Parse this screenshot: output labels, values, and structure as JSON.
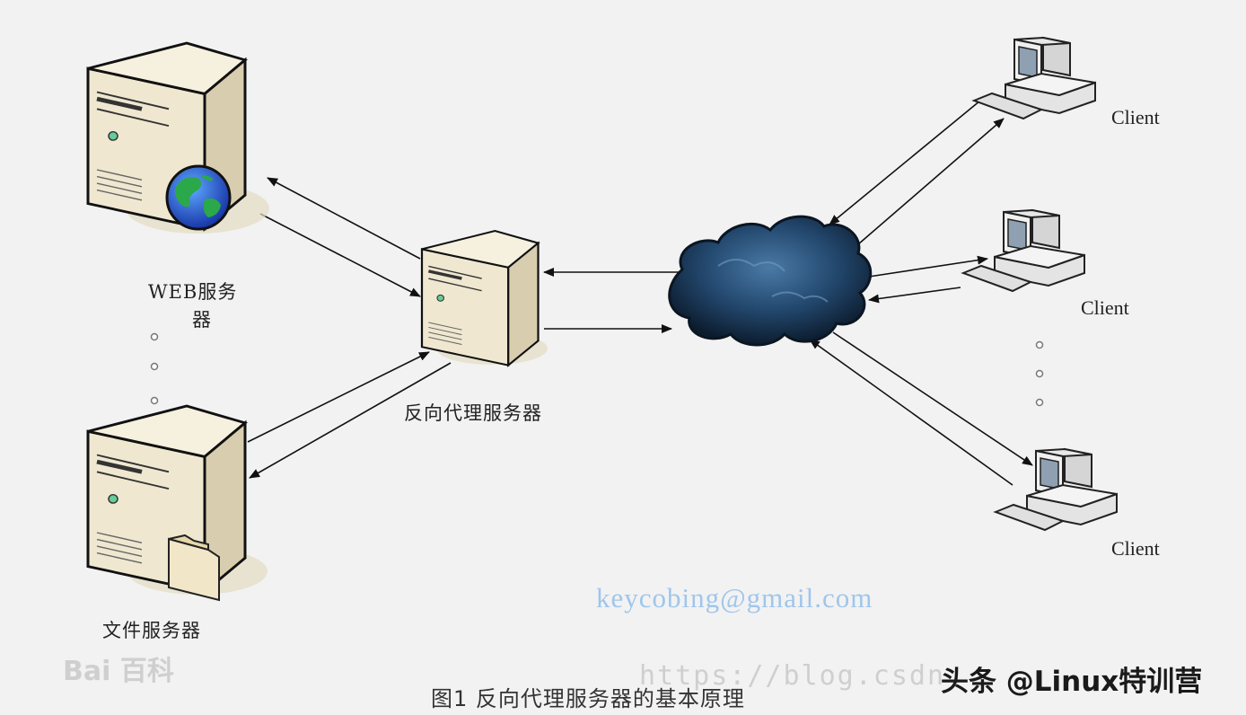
{
  "diagram": {
    "nodes": {
      "web_server": {
        "label_line1": "WEB服务",
        "label_line2": "器",
        "icon": "server-globe-icon"
      },
      "file_server": {
        "label": "文件服务器",
        "icon": "server-folder-icon"
      },
      "reverse_proxy": {
        "label": "反向代理服务器",
        "icon": "server-icon"
      },
      "internet": {
        "icon": "cloud-icon"
      },
      "client_1": {
        "label": "Client",
        "icon": "computer-icon"
      },
      "client_2": {
        "label": "Client",
        "icon": "computer-icon"
      },
      "client_3": {
        "label": "Client",
        "icon": "computer-icon"
      }
    },
    "email": "keycobing@gmail.com",
    "caption": "图1  反向代理服务器的基本原理"
  },
  "watermarks": {
    "baidu": "Bai 百科",
    "url": "https://blog.csdn",
    "toutiao": "头条 @Linux特训营"
  },
  "colors": {
    "background": "#f2f2f2",
    "server_body": "#efe7d0",
    "server_shade": "#d8cdae",
    "cloud": "#1f3d5c",
    "email": "#9fc6ec"
  }
}
